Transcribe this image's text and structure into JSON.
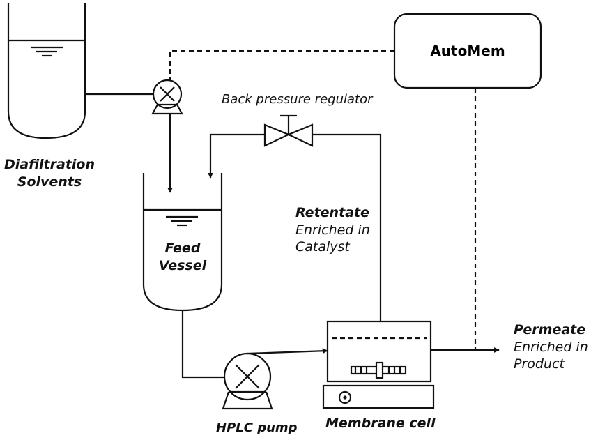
{
  "labels": {
    "diafiltration_line1": "Diafiltration",
    "diafiltration_line2": "Solvents",
    "feed_line1": "Feed",
    "feed_line2": "Vessel",
    "bpr": "Back pressure regulator",
    "retentate_title": "Retentate",
    "retentate_line1": "Enriched in",
    "retentate_line2": "Catalyst",
    "automem": "AutoMem",
    "permeate_title": "Permeate",
    "permeate_line1": "Enriched in",
    "permeate_line2": "Product",
    "hplc_pump": "HPLC pump",
    "membrane_cell": "Membrane cell"
  },
  "colors": {
    "stroke": "#111111",
    "background": "#ffffff"
  }
}
